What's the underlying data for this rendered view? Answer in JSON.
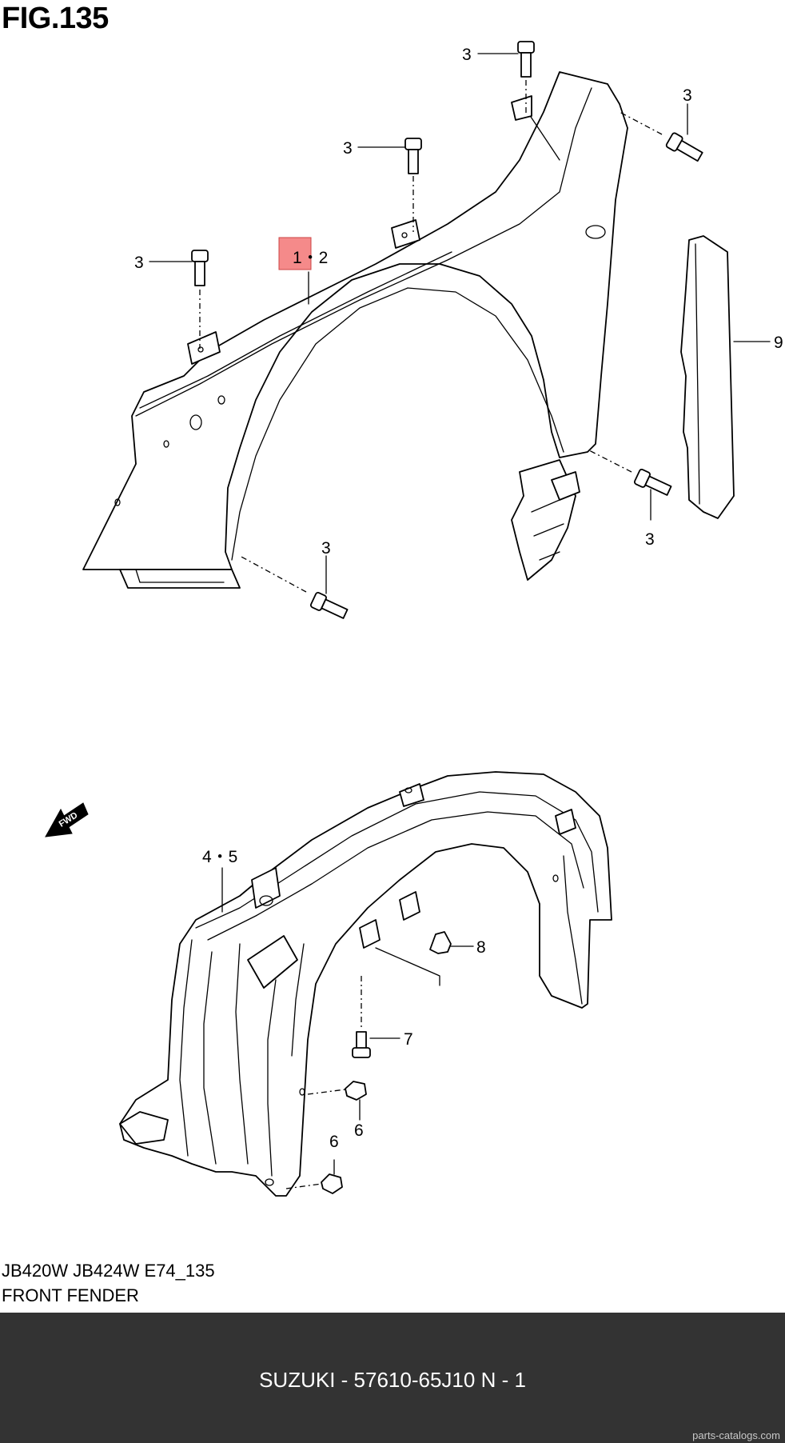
{
  "figure": {
    "title": "FIG.135"
  },
  "callouts": {
    "c_3a": "3",
    "c_3b": "3",
    "c_3c": "3",
    "c_3d": "3",
    "c_3e": "3",
    "c_3f": "3",
    "c_12": "1・2",
    "c_9": "9",
    "c_45": "4・5",
    "c_8": "8",
    "c_7": "7",
    "c_6a": "6",
    "c_6b": "6",
    "fwd": "FWD"
  },
  "highlight_color": "#f58a8a",
  "caption": {
    "model": "JB420W JB424W E74_135",
    "section": "FRONT FENDER"
  },
  "footer": {
    "part_line": "SUZUKI - 57610-65J10   N - 1",
    "site": "parts-catalogs.com",
    "background": "#333333"
  }
}
